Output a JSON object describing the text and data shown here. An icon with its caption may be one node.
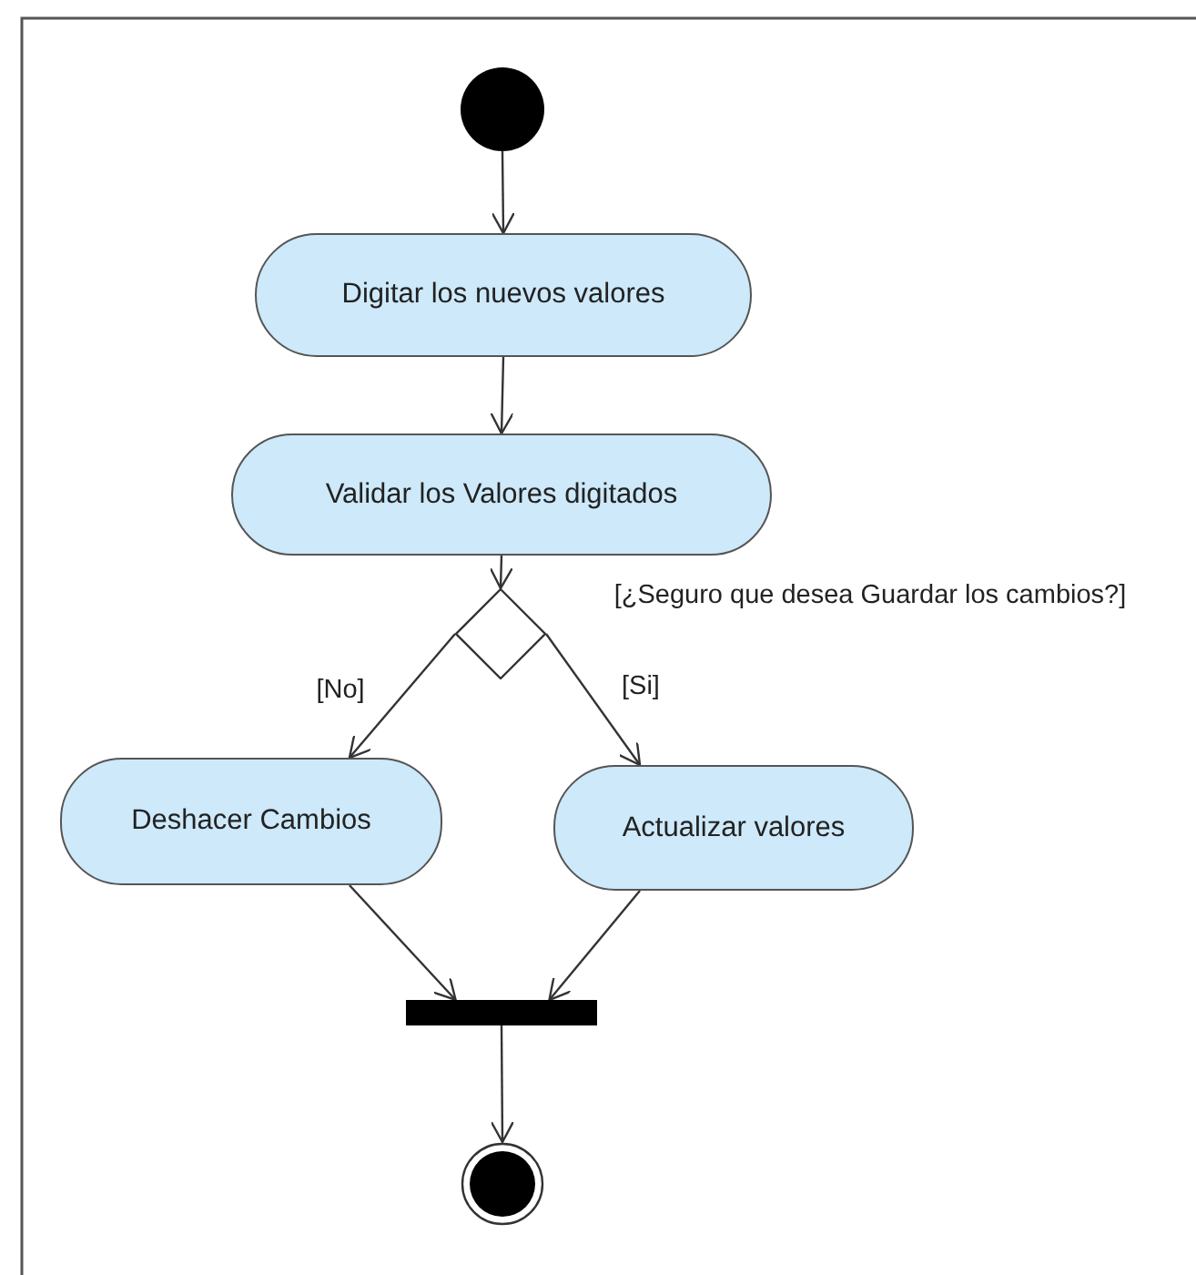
{
  "diagram": {
    "nodes": [
      {
        "text": [],
        "shape": "circle"
      },
      {
        "text": [
          "Digitar los nuevos valores"
        ]
      },
      {
        "text": [
          "Validar los Valores digitados"
        ]
      },
      {
        "text": [],
        "shape": "diamond"
      },
      {
        "text": [
          "Deshacer Cambios"
        ]
      },
      {
        "text": [
          "Actualizar valores"
        ]
      },
      {
        "text": [],
        "shape": "bar"
      },
      {
        "text": [],
        "shape": "circle"
      }
    ],
    "edges": [
      {
        "from": 0,
        "to": 1,
        "arrow": "to"
      },
      {
        "from": 1,
        "to": 2,
        "arrow": "to"
      },
      {
        "from": 2,
        "to": 3,
        "arrow": "to",
        "label": "[¿Seguro que desea Guardar los cambios?]"
      },
      {
        "from": 3,
        "to": 4,
        "arrow": "to",
        "label": "[No]"
      },
      {
        "from": 3,
        "to": 5,
        "arrow": "to",
        "label": "[Si]"
      },
      {
        "from": 4,
        "to": 6,
        "arrow": "to"
      },
      {
        "from": 5,
        "to": 6,
        "arrow": "to"
      },
      {
        "from": 6,
        "to": 7,
        "arrow": "to"
      }
    ]
  }
}
